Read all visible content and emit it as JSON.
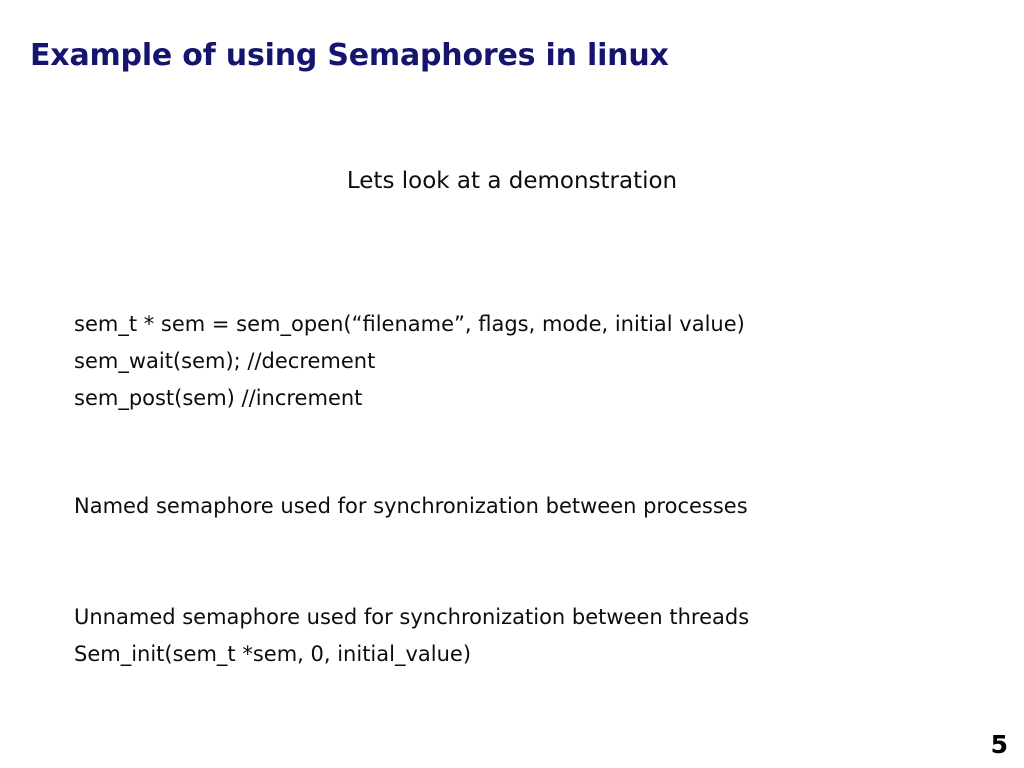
{
  "slide": {
    "title": "Example of using Semaphores in linux",
    "title_color": "#151570",
    "background_color": "#ffffff",
    "body_text_color": "#0d0d0d",
    "page_number": "5"
  },
  "intro": {
    "text": "Lets look at a demonstration"
  },
  "code_block": {
    "lines": [
      "sem_t * sem = sem_open(“filename”, flags, mode, initial value)",
      "sem_wait(sem); //decrement",
      "sem_post(sem)  //increment"
    ]
  },
  "named_block": {
    "lines": [
      "Named semaphore used for synchronization between processes"
    ]
  },
  "unnamed_block": {
    "lines": [
      "Unnamed semaphore used for synchronization between threads",
      "Sem_init(sem_t *sem, 0, initial_value)"
    ]
  }
}
